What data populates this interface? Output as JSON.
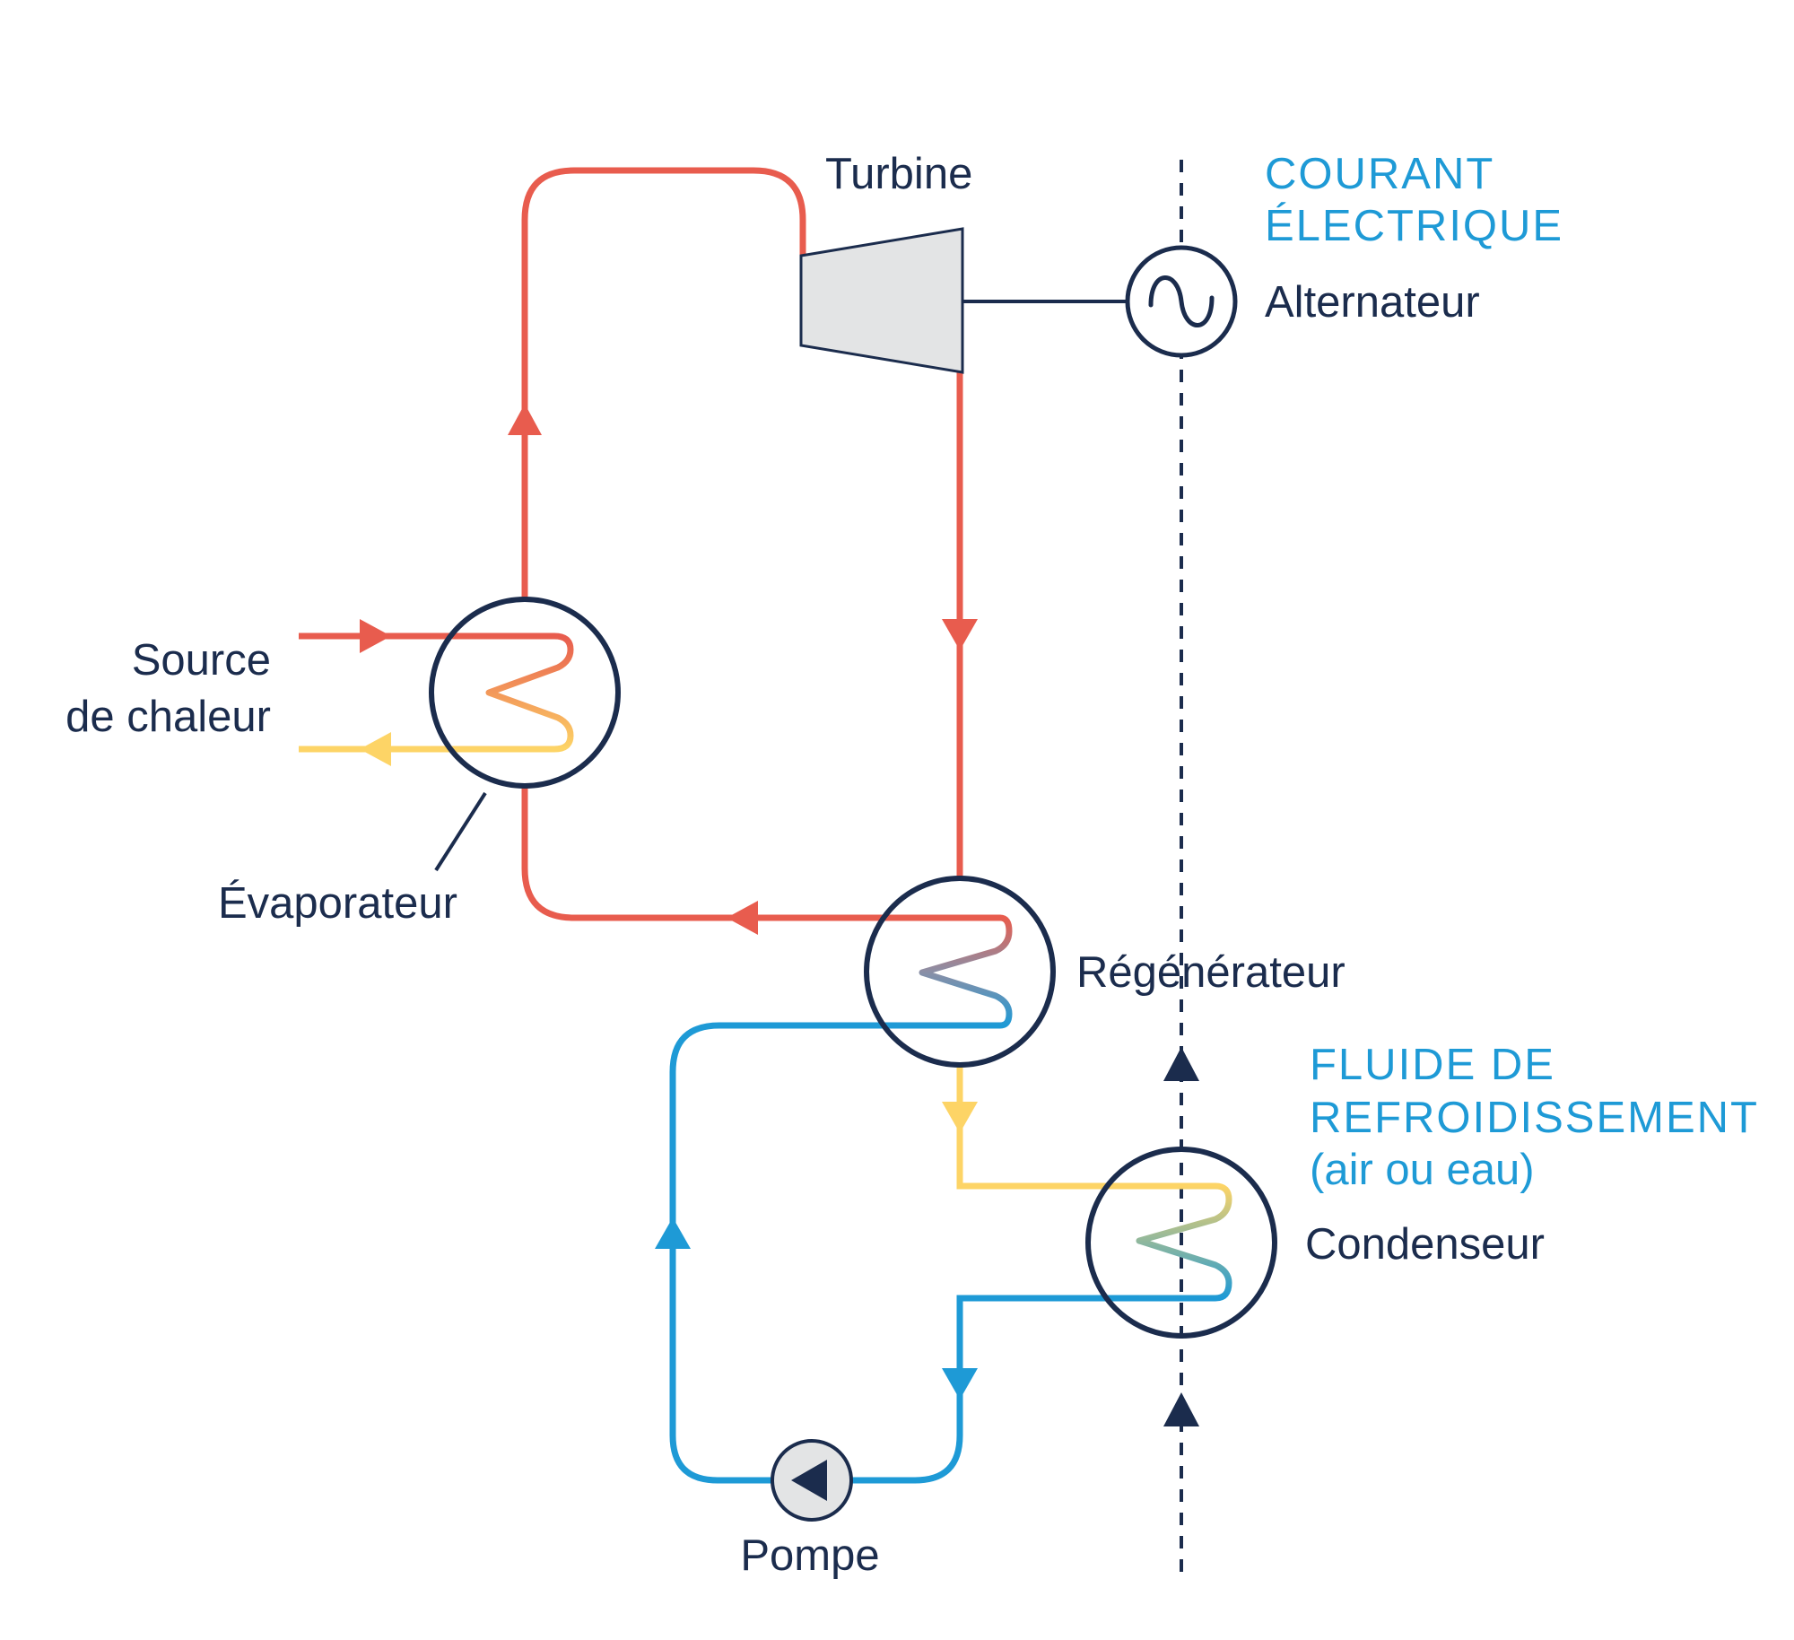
{
  "colors": {
    "hot": "#e85c4e",
    "warm": "#fdd466",
    "cold": "#1e9ad6",
    "navy": "#1b2c4d",
    "accent_text": "#1e9ad6",
    "component_fill": "#e3e4e5"
  },
  "labels": {
    "turbine": "Turbine",
    "courant_line1": "COURANT",
    "courant_line2": "ÉLECTRIQUE",
    "alternateur": "Alternateur",
    "source_line1": "Source",
    "source_line2": "de chaleur",
    "evaporateur": "Évaporateur",
    "regenerateur": "Régénérateur",
    "fluide_line1": "FLUIDE DE",
    "fluide_line2": "REFROIDISSEMENT",
    "fluide_line3": "(air ou eau)",
    "condenseur": "Condenseur",
    "pompe": "Pompe"
  },
  "icons": {
    "alternateur": "sine-wave-icon",
    "pompe": "play-left-icon"
  }
}
